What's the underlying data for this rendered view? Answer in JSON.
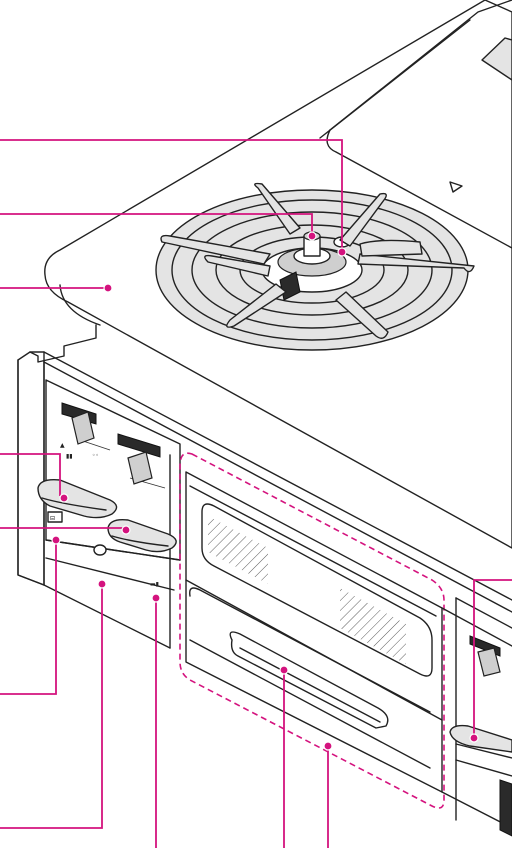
{
  "colors": {
    "accent": "#d4137e",
    "panel": "#e4e4e4",
    "outline": "#222222",
    "knob": "#cfcfcf"
  },
  "icons": {
    "flame_symbol": "flame-icon",
    "grill_symbol": "grill-icon"
  },
  "callouts": [
    {
      "id": "flame-sensor",
      "target": "burner-sensor"
    },
    {
      "id": "igniter",
      "target": "burner-cap"
    },
    {
      "id": "top-plate",
      "target": "top-plate"
    },
    {
      "id": "left-knob-flame-control",
      "target": "knob-left"
    },
    {
      "id": "left-ignition-button",
      "target": "button-left"
    },
    {
      "id": "indicator-lamp",
      "target": "lamp-left"
    },
    {
      "id": "battery-case",
      "target": "lower-panel"
    },
    {
      "id": "grill-lamp",
      "target": "lamp-right"
    },
    {
      "id": "grill-handle",
      "target": "grill-handle"
    },
    {
      "id": "grill-door",
      "target": "grill-door-frame"
    },
    {
      "id": "right-ignition-button",
      "target": "button-right"
    }
  ]
}
